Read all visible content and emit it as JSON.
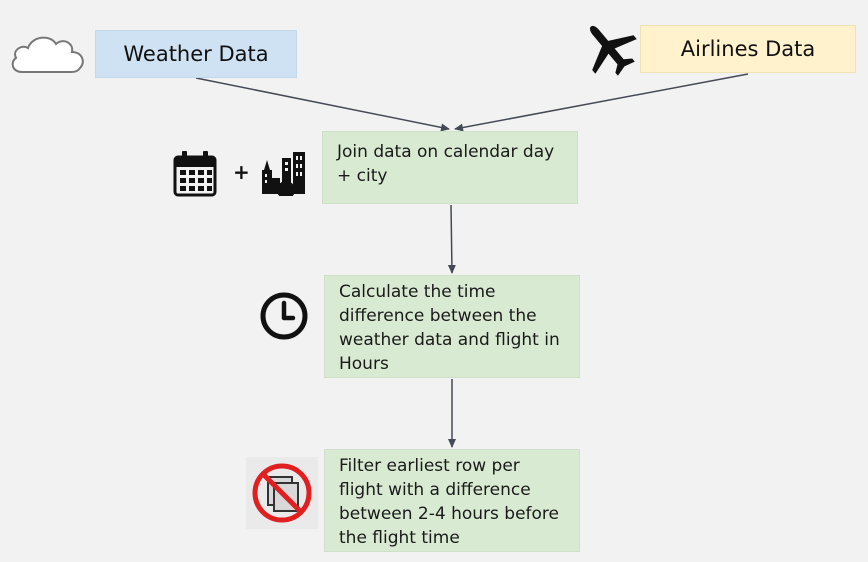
{
  "sources": {
    "weather": "Weather Data",
    "airlines": "Airlines Data"
  },
  "steps": {
    "join": "Join data on calendar day + city",
    "calculate": "Calculate the time difference between the weather data and flight in Hours",
    "filter": "Filter earliest row per flight with a difference between 2-4 hours before the flight time"
  },
  "join_operator": "+",
  "icons": {
    "weather": "cloud-icon",
    "airlines": "airplane-icon",
    "day": "calendar-icon",
    "city": "city-icon",
    "calculate": "clock-icon",
    "filter": "no-duplicates-icon"
  },
  "colors": {
    "background": "#f2f2f2",
    "weather_box": "#cfe2f3",
    "airlines_box": "#fff2cc",
    "step_box": "#d9ead3",
    "arrow": "#444a55",
    "prohibit": "#e02020"
  }
}
